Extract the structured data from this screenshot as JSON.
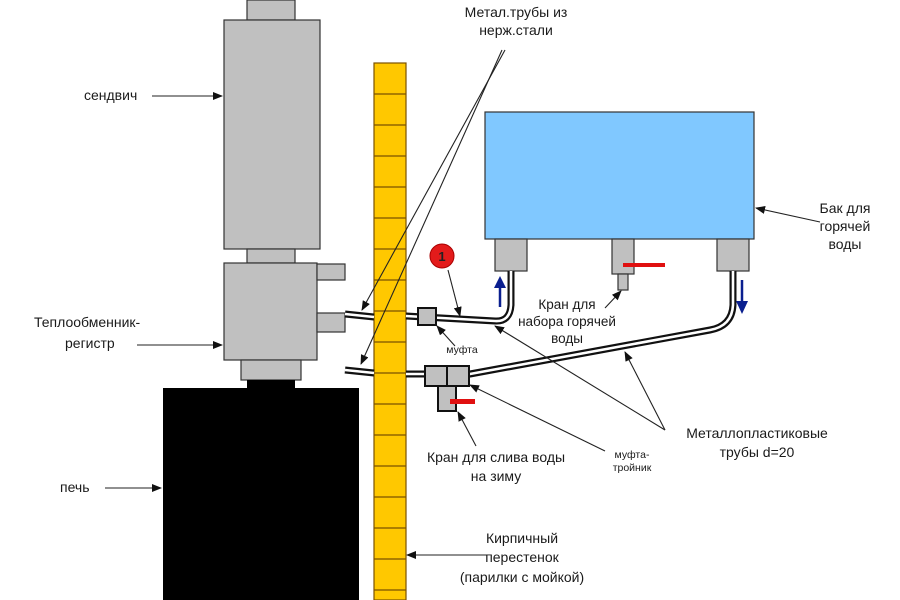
{
  "diagram": {
    "title": "Схема подключения бака для горячей воды к теплообменнику-регистру",
    "colors": {
      "chimney_gray": "#c0c0c0",
      "stove_black": "#000000",
      "brick_yellow": "#ffc800",
      "brick_mortar": "#7a5200",
      "tank_blue": "#80c8ff",
      "valve_red": "#e01010",
      "marker_red": "#e31b1b",
      "flow_arrow_blue": "#0a1f8f"
    },
    "labels": {
      "sandwich": "сендвич",
      "heat_exchanger_line1": "Теплообменник-",
      "heat_exchanger_line2": "регистр",
      "stove": "печь",
      "steel_pipes_line1": "Метал.трубы из",
      "steel_pipes_line2": "нерж.стали",
      "tank_line1": "Бак для",
      "tank_line2": "горячей",
      "tank_line3": "воды",
      "hot_tap_line1": "Кран для",
      "hot_tap_line2": "набора горячей",
      "hot_tap_line3": "воды",
      "coupling": "муфта",
      "tee_line1": "муфта-",
      "tee_line2": "тройник",
      "drain_tap_line1": "Кран для слива воды",
      "drain_tap_line2": "на зиму",
      "mp_pipes_line1": "Металлопластиковые",
      "mp_pipes_line2": "трубы d=20",
      "brick_wall_line1": "Кирпичный",
      "brick_wall_line2": "перестенок",
      "brick_wall_line3": "(парилки с мойкой)",
      "marker_number": "1"
    },
    "flow": {
      "supply_direction": "up",
      "return_direction": "down"
    }
  }
}
